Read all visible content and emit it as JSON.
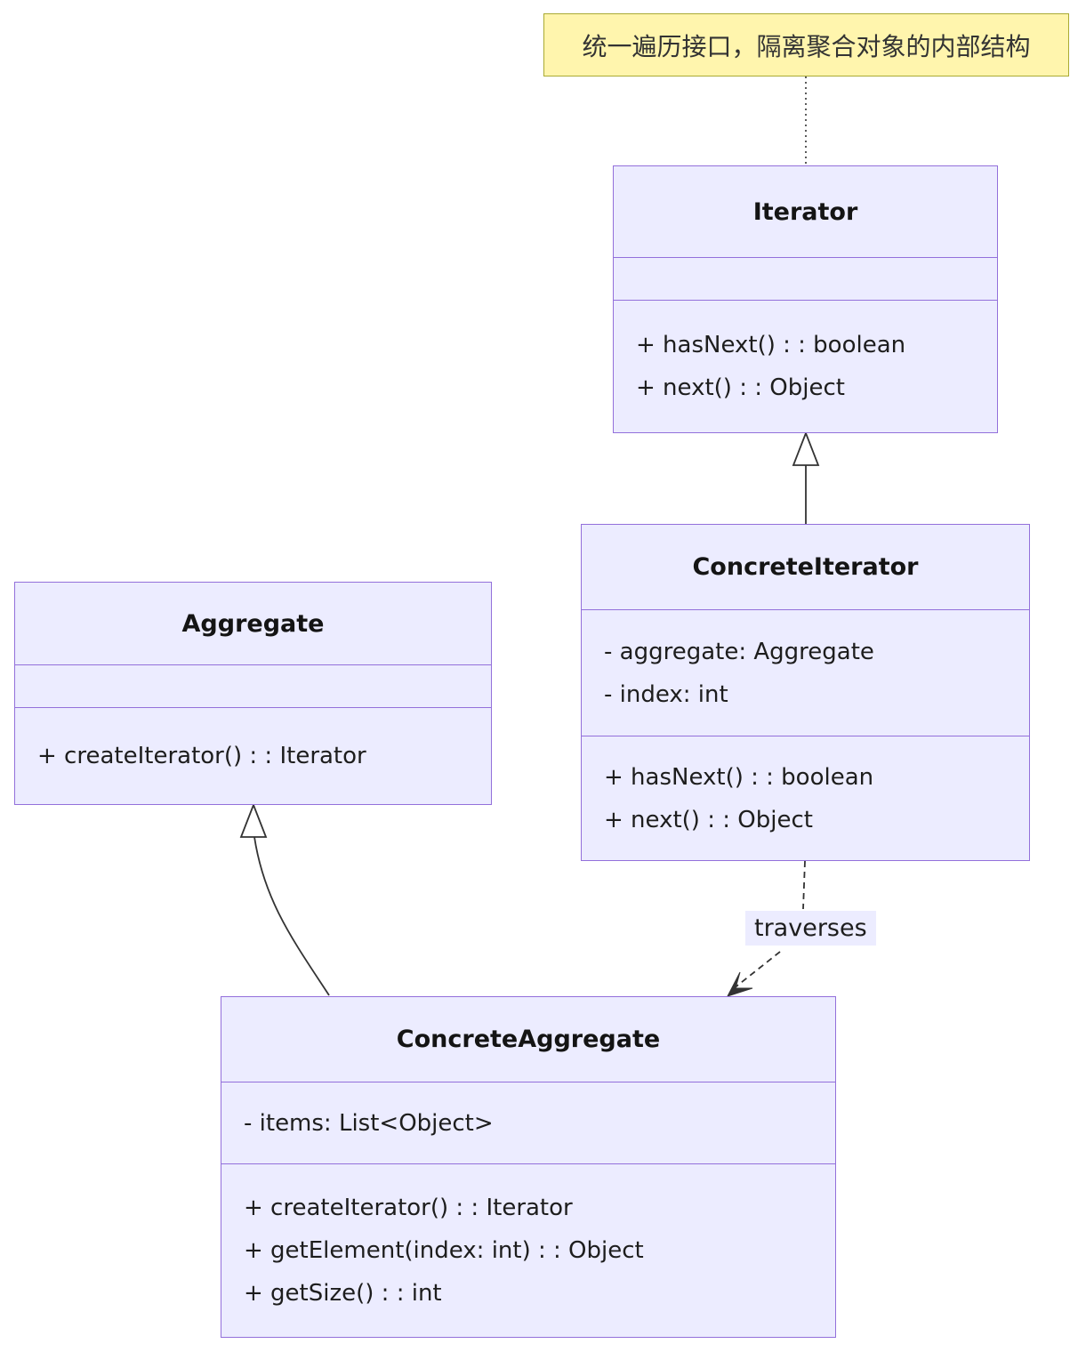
{
  "diagram": {
    "note": "统一遍历接口，隔离聚合对象的内部结构",
    "edge_label": "traverses"
  },
  "colors": {
    "class_fill": "#ECECFF",
    "class_border": "#9370DB",
    "note_fill": "#FFF5AD",
    "note_border": "#AAAA33",
    "line": "#333333",
    "edge_label_bg": "#ECECFF",
    "text": "#1D1D1D"
  },
  "classes": [
    {
      "name": "Iterator",
      "attributes": [],
      "methods": [
        "+ hasNext() : : boolean",
        "+ next() : : Object"
      ]
    },
    {
      "name": "ConcreteIterator",
      "attributes": [
        "- aggregate: Aggregate",
        "- index: int"
      ],
      "methods": [
        "+ hasNext() : : boolean",
        "+ next() : : Object"
      ]
    },
    {
      "name": "Aggregate",
      "attributes": [],
      "methods": [
        "+ createIterator() : : Iterator"
      ]
    },
    {
      "name": "ConcreteAggregate",
      "attributes": [
        "- items: List<Object>"
      ],
      "methods": [
        "+ createIterator() : : Iterator",
        "+ getElement(index: int) : : Object",
        "+ getSize() : : int"
      ]
    }
  ],
  "relations": [
    {
      "from": "ConcreteIterator",
      "to": "Iterator",
      "type": "realization",
      "label": ""
    },
    {
      "from": "ConcreteAggregate",
      "to": "Aggregate",
      "type": "realization",
      "label": ""
    },
    {
      "from": "ConcreteIterator",
      "to": "ConcreteAggregate",
      "type": "dependency",
      "label": "traverses"
    }
  ]
}
